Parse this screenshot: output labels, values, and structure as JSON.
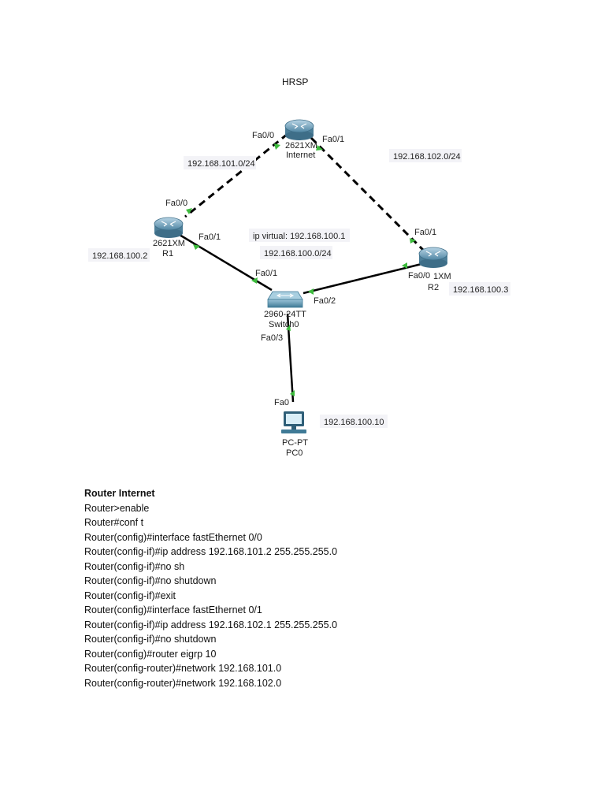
{
  "title": "HRSP",
  "devices": {
    "internet": {
      "model": "2621XM",
      "name": "Internet"
    },
    "r1": {
      "model": "2621XM",
      "name": "R1"
    },
    "r2": {
      "model": "1XM",
      "name": "R2"
    },
    "switch": {
      "model": "2960-24TT",
      "name": "Switch0"
    },
    "pc": {
      "model": "PC-PT",
      "name": "PC0"
    }
  },
  "ports": {
    "internet_fa00": "Fa0/0",
    "internet_fa01": "Fa0/1",
    "r1_fa00": "Fa0/0",
    "r1_fa01": "Fa0/1",
    "r2_fa01": "Fa0/1",
    "r2_fa00": "Fa0/0",
    "sw_fa01": "Fa0/1",
    "sw_fa02": "Fa0/2",
    "sw_fa03": "Fa0/3",
    "pc_fa0": "Fa0"
  },
  "networks": {
    "net101": "192.168.101.0/24",
    "net102": "192.168.102.0/24",
    "virtual_ip": "ip virtual: 192.168.100.1",
    "net100": "192.168.100.0/24",
    "r1_ip": "192.168.100.2",
    "r2_ip": "192.168.100.3",
    "pc_ip": "192.168.100.10"
  },
  "config": {
    "heading": "Router Internet",
    "lines": [
      "Router>enable",
      "Router#conf t",
      "Router(config)#interface fastEthernet 0/0",
      "Router(config-if)#ip address 192.168.101.2 255.255.255.0",
      "Router(config-if)#no sh",
      "Router(config-if)#no shutdown",
      "Router(config-if)#exit",
      "Router(config)#interface fastEthernet 0/1",
      "Router(config-if)#ip address 192.168.102.1 255.255.255.0",
      "Router(config-if)#no shutdown",
      "Router(config)#router eigrp 10",
      "Router(config-router)#network 192.168.101.0",
      "Router(config-router)#network 192.168.102.0"
    ]
  },
  "colors": {
    "router_body": "#6f9fb8",
    "link_indicator": "#3dbb3d",
    "switch_body": "#4f8aa6"
  }
}
